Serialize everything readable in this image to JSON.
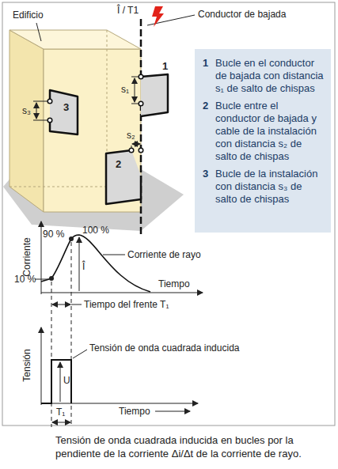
{
  "diagram": {
    "caption": "Tensión de onda cuadrada inducida en bucles por la pendiente de la corriente Δi/Δt de la corriente de rayo.",
    "nodes": [
      {
        "text": [
          "1"
        ]
      },
      {
        "text": [
          "2"
        ]
      },
      {
        "text": [
          "3"
        ]
      },
      {
        "text": [
          "1",
          "Bucle en el conductor de bajada con distancia s₁ de salto de chispas",
          "2",
          "Bucle entre el conductor de bajada y cable de la instalación con distancia s₂ de salto de chispas",
          "3",
          "Bucle de la instalación con distancia s₃ de salto de chispas"
        ]
      }
    ],
    "labels": [
      "Edificio",
      "Î / T1",
      "Conductor de bajada",
      "s₁",
      "s₂",
      "s₃",
      "Corriente",
      "90 %",
      "100 %",
      "Corriente de rayo",
      "Î",
      "10 %",
      "Tiempo",
      "Tiempo del frente T₁",
      "Tensión",
      "Tensión de onda cuadrada inducida",
      "U",
      "T₁",
      "Tiempo"
    ]
  }
}
